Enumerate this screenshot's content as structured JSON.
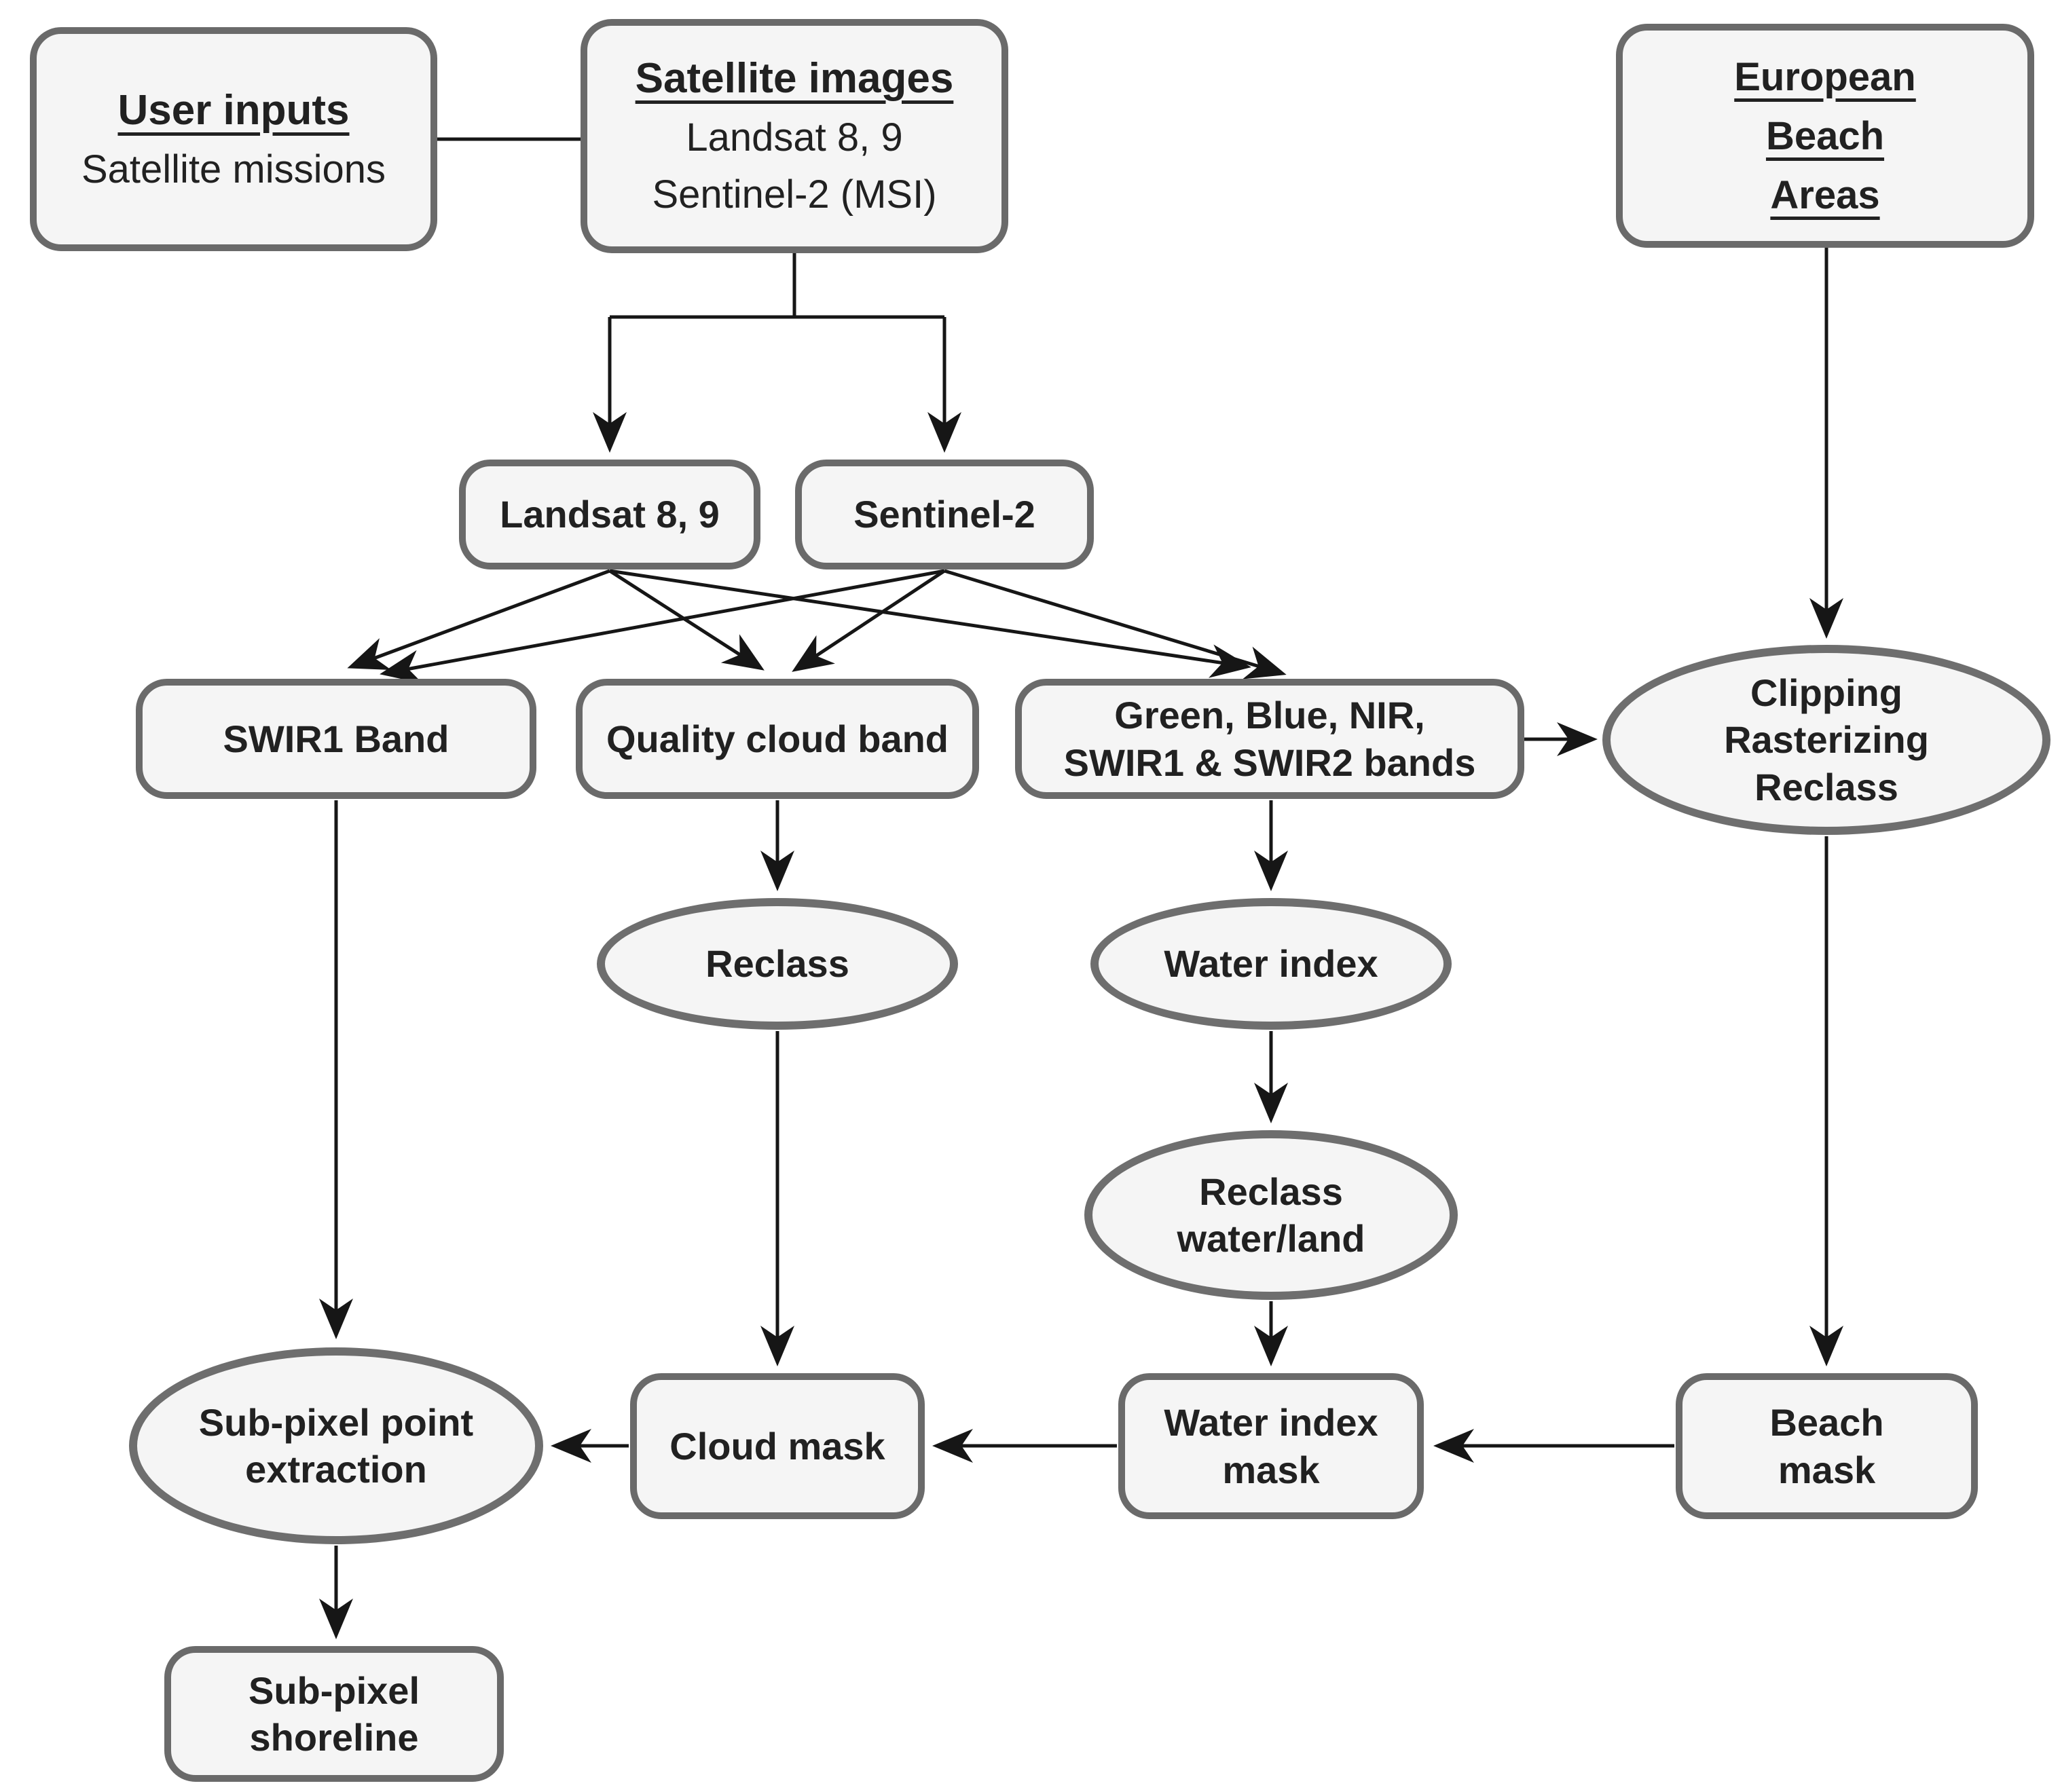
{
  "diagram": {
    "title_hint": "Satellite image sub-pixel shoreline extraction workflow",
    "colors": {
      "background": "#ffffff",
      "node_fill": "#f5f5f5",
      "node_border": "#6a6a6a",
      "text": "#212121",
      "arrow": "#161616"
    },
    "nodes": {
      "user_inputs": {
        "line1": "User inputs",
        "line2": "Satellite missions"
      },
      "satellite_images": {
        "line1": "Satellite images",
        "line2": "Landsat 8, 9",
        "line3": "Sentinel-2 (MSI)"
      },
      "european_beach_areas": {
        "line1": "European",
        "line2": "Beach",
        "line3": "Areas"
      },
      "landsat_8_9": {
        "line1": "Landsat 8, 9"
      },
      "sentinel_2": {
        "line1": "Sentinel-2"
      },
      "swir1_band": {
        "line1": "SWIR1 Band"
      },
      "quality_cloud_band": {
        "line1": "Quality cloud band"
      },
      "multispectral_bands": {
        "line1": "Green, Blue, NIR,",
        "line2": "SWIR1 & SWIR2 bands"
      },
      "clipping_rasterizing_reclass": {
        "line1": "Clipping",
        "line2": "Rasterizing",
        "line3": "Reclass"
      },
      "reclass": {
        "line1": "Reclass"
      },
      "water_index": {
        "line1": "Water index"
      },
      "reclass_water_land": {
        "line1": "Reclass",
        "line2": "water/land"
      },
      "sub_pixel_point_extraction": {
        "line1": "Sub-pixel point",
        "line2": "extraction"
      },
      "cloud_mask": {
        "line1": "Cloud mask"
      },
      "water_index_mask": {
        "line1": "Water index",
        "line2": "mask"
      },
      "beach_mask": {
        "line1": "Beach",
        "line2": "mask"
      },
      "sub_pixel_shoreline": {
        "line1": "Sub-pixel",
        "line2": "shoreline"
      }
    },
    "edges": [
      {
        "from": "user_inputs",
        "to": "satellite_images",
        "type": "line"
      },
      {
        "from": "satellite_images",
        "to": "landsat_8_9",
        "type": "arrow"
      },
      {
        "from": "satellite_images",
        "to": "sentinel_2",
        "type": "arrow"
      },
      {
        "from": "landsat_8_9",
        "to": "swir1_band",
        "type": "arrow"
      },
      {
        "from": "landsat_8_9",
        "to": "quality_cloud_band",
        "type": "arrow"
      },
      {
        "from": "landsat_8_9",
        "to": "multispectral_bands",
        "type": "arrow"
      },
      {
        "from": "sentinel_2",
        "to": "swir1_band",
        "type": "arrow"
      },
      {
        "from": "sentinel_2",
        "to": "quality_cloud_band",
        "type": "arrow"
      },
      {
        "from": "sentinel_2",
        "to": "multispectral_bands",
        "type": "arrow"
      },
      {
        "from": "multispectral_bands",
        "to": "clipping_rasterizing_reclass",
        "type": "arrow"
      },
      {
        "from": "european_beach_areas",
        "to": "clipping_rasterizing_reclass",
        "type": "arrow"
      },
      {
        "from": "quality_cloud_band",
        "to": "reclass",
        "type": "arrow"
      },
      {
        "from": "multispectral_bands",
        "to": "water_index",
        "type": "arrow"
      },
      {
        "from": "water_index",
        "to": "reclass_water_land",
        "type": "arrow"
      },
      {
        "from": "swir1_band",
        "to": "sub_pixel_point_extraction",
        "type": "arrow"
      },
      {
        "from": "reclass",
        "to": "cloud_mask",
        "type": "arrow"
      },
      {
        "from": "reclass_water_land",
        "to": "water_index_mask",
        "type": "arrow"
      },
      {
        "from": "clipping_rasterizing_reclass",
        "to": "beach_mask",
        "type": "arrow"
      },
      {
        "from": "beach_mask",
        "to": "water_index_mask",
        "type": "arrow"
      },
      {
        "from": "water_index_mask",
        "to": "cloud_mask",
        "type": "arrow"
      },
      {
        "from": "cloud_mask",
        "to": "sub_pixel_point_extraction",
        "type": "arrow"
      },
      {
        "from": "sub_pixel_point_extraction",
        "to": "sub_pixel_shoreline",
        "type": "arrow"
      }
    ]
  }
}
